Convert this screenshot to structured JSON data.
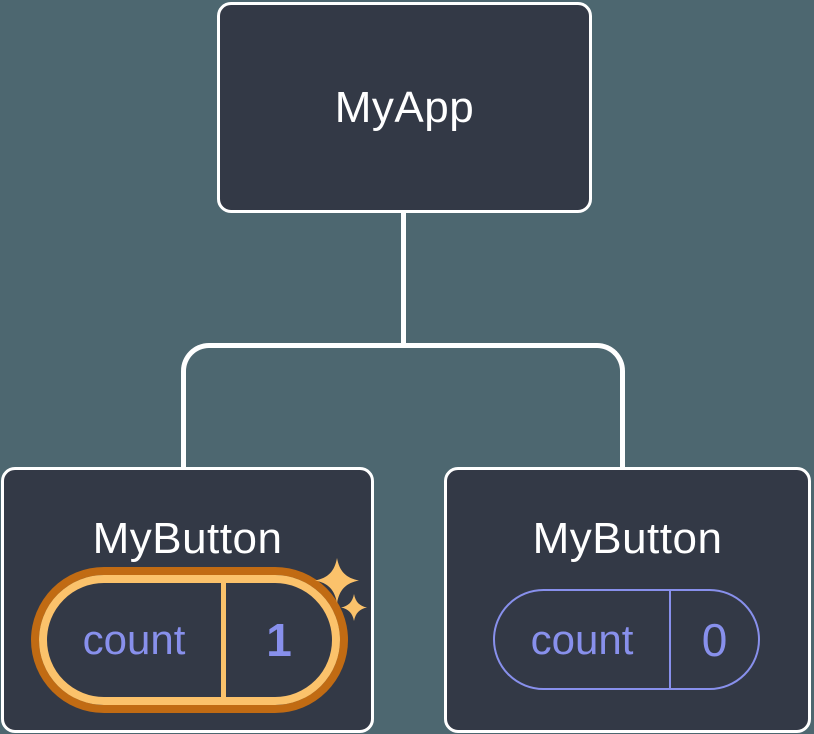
{
  "diagram": {
    "type": "component-tree",
    "root": {
      "title": "MyApp"
    },
    "children": [
      {
        "title": "MyButton",
        "state_label": "count",
        "state_value": "1",
        "highlighted": true
      },
      {
        "title": "MyButton",
        "state_label": "count",
        "state_value": "0",
        "highlighted": false
      }
    ]
  },
  "icons": {
    "sparkles": "sparkles-icon (two four-point stars)"
  },
  "colors": {
    "background": "#4D6770",
    "node_fill": "#333946",
    "node_border": "#FFFFFF",
    "connector": "#FFFFFF",
    "title_text": "#FFFFFF",
    "state_purple": "#8890EC",
    "highlight_ring_light": "#FBC26B",
    "highlight_ring_dark": "#C16B13",
    "sparkle": "#FBC26B"
  }
}
